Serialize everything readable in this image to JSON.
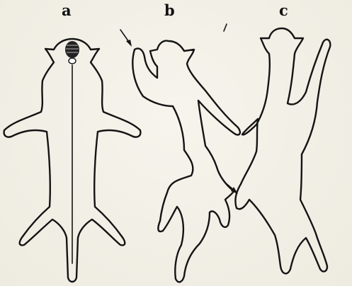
{
  "labels": {
    "a": "a",
    "b": "b",
    "c": "c"
  }
}
